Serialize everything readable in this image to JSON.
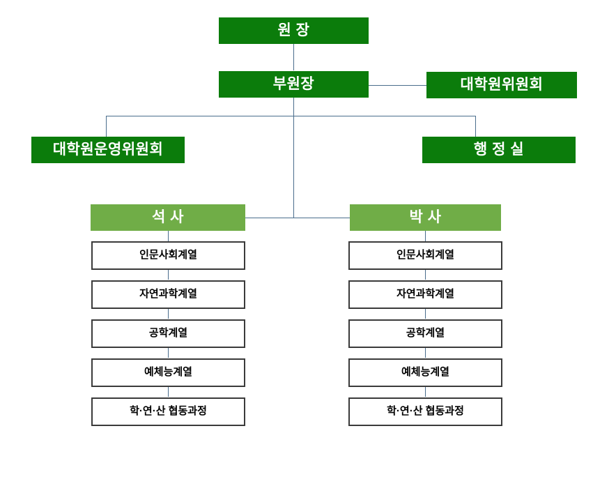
{
  "chart": {
    "type": "org-chart",
    "title": "Graduate School Organization Chart",
    "colors": {
      "box_dark_green": "#0b7c0b",
      "box_mid_green": "#70ad47",
      "box_plain_fill": "#ffffff",
      "box_plain_border": "#3a3a3a",
      "connector_line": "#4a6d8c",
      "dark_box_text": "#ffffff",
      "plain_box_text": "#000000",
      "background": "#ffffff"
    },
    "nodes": {
      "director": "원  장",
      "vice_director": "부원장",
      "graduate_committee": "대학원위원회",
      "operating_committee": "대학원운영위원회",
      "admin_office": "행 정 실",
      "masters": "석  사",
      "doctorate": "박  사"
    },
    "masters_programs": [
      "인문사회계열",
      "자연과학계열",
      "공학계열",
      "예체능계열",
      "학·연·산 협동과정"
    ],
    "doctorate_programs": [
      "인문사회계열",
      "자연과학계열",
      "공학계열",
      "예체능계열",
      "학·연·산 협동과정"
    ]
  }
}
